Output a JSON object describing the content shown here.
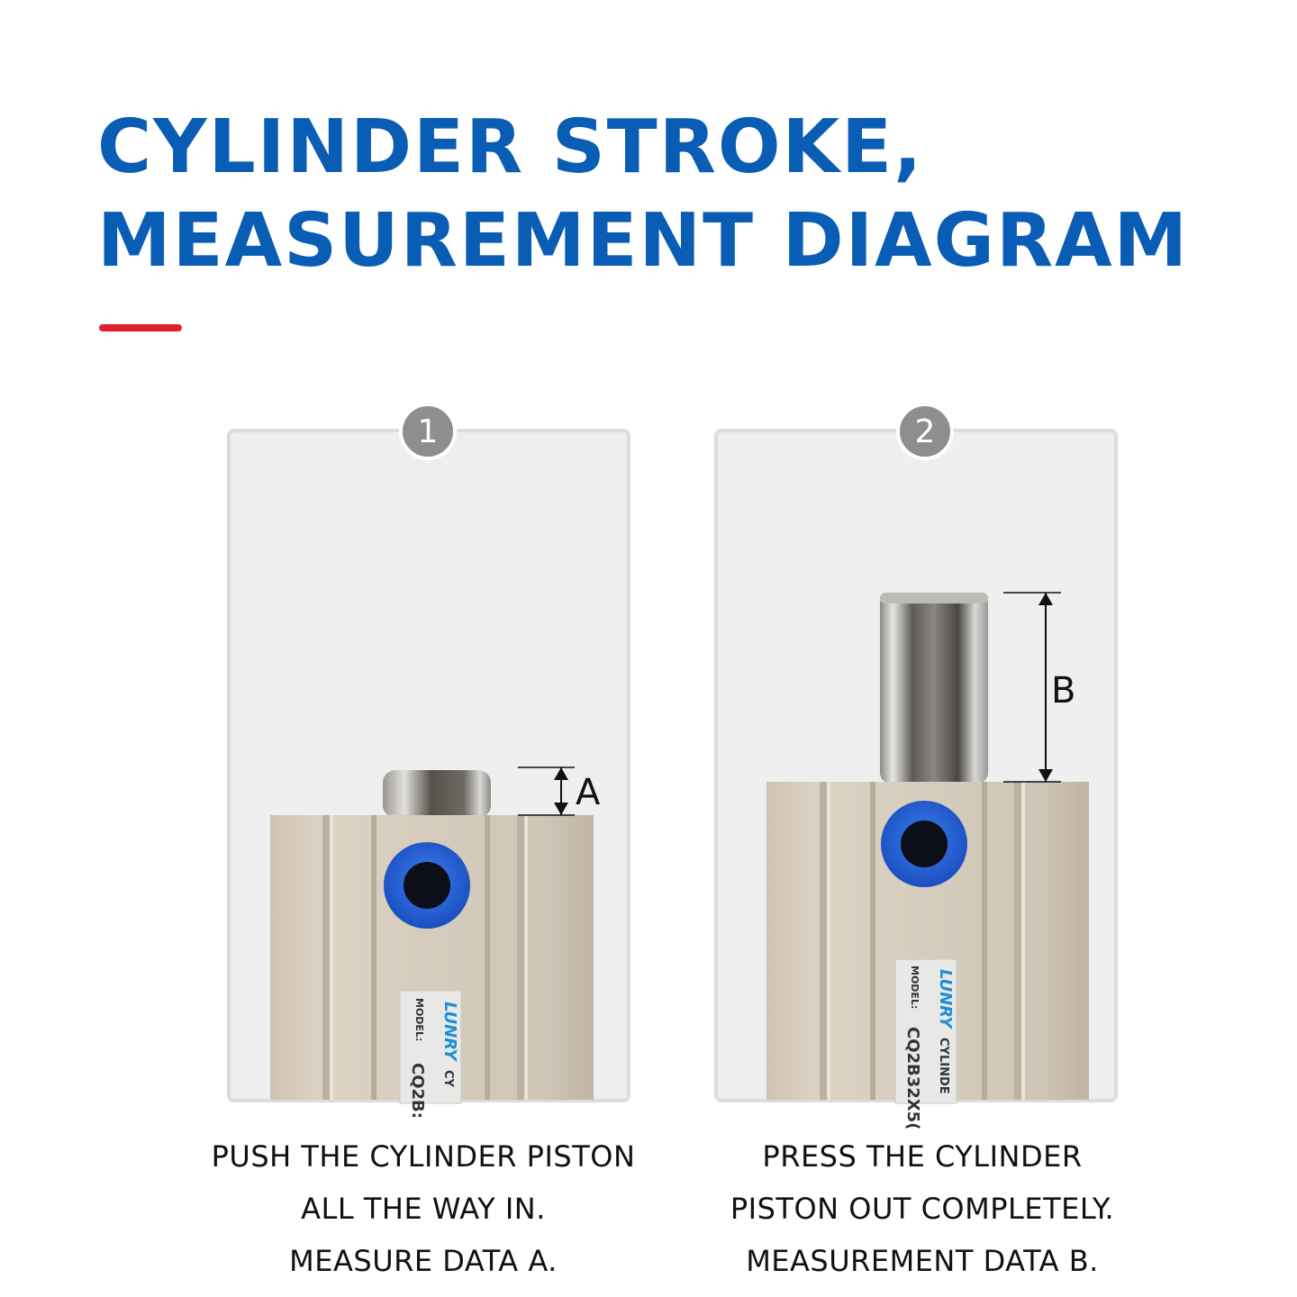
{
  "title": {
    "line1": "CYLINDER STROKE,",
    "line2": "MEASUREMENT DIAGRAM"
  },
  "steps": [
    {
      "number": "1",
      "caption": [
        "PUSH THE CYLINDER PISTON",
        "ALL THE WAY IN.",
        "MEASURE DATA A."
      ],
      "dimension_label": "A",
      "plate": {
        "brand": "LUNRY",
        "model_label": "MODEL:",
        "model_partial": "CQ2B:",
        "type_partial": "CY"
      }
    },
    {
      "number": "2",
      "caption": [
        "PRESS THE CYLINDER",
        "PISTON OUT COMPLETELY.",
        "MEASUREMENT DATA B."
      ],
      "dimension_label": "B",
      "plate": {
        "brand": "LUNRY",
        "model_label": "MODEL:",
        "model_partial": "CQ2B32X5(",
        "type_partial": "CYLINDE"
      }
    }
  ],
  "colors": {
    "title": "#0a5db4",
    "accent_bar": "#e2202c",
    "badge": "#8e8e8e",
    "port": "#1e62d6",
    "brand": "#1d8fd6"
  }
}
